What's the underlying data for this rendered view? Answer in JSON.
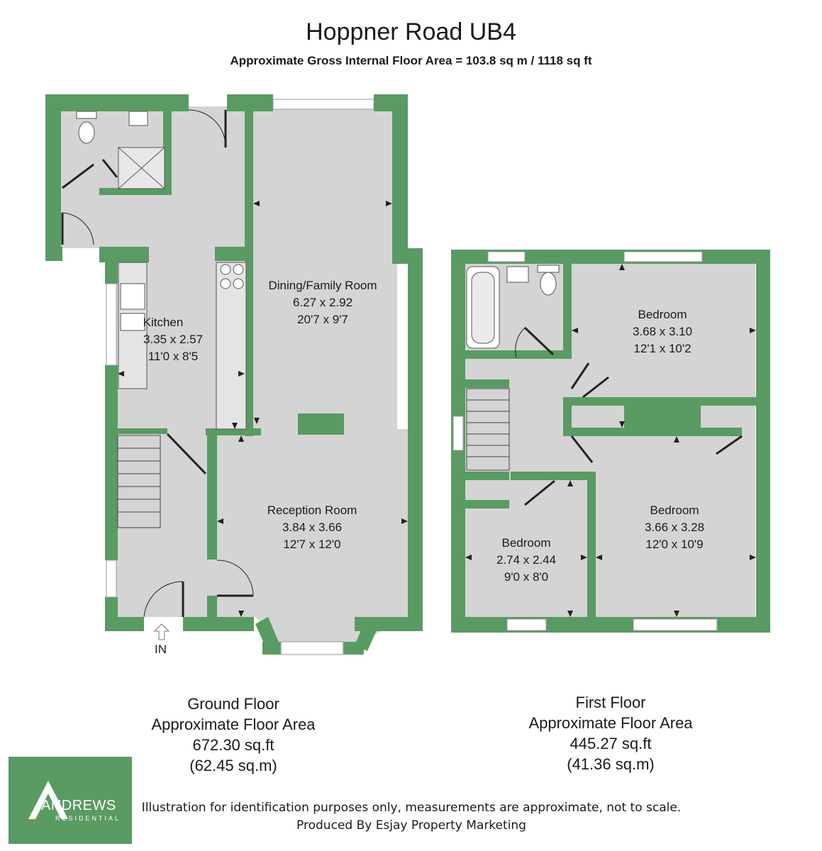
{
  "header": {
    "title": "Hoppner Road UB4",
    "subtitle": "Approximate Gross Internal Floor Area = 103.8 sq m / 1118 sq ft"
  },
  "colors": {
    "wall": "#5a9a63",
    "floor": "#d4d4d4",
    "window": "#ffffff",
    "fixture": "#5a9a63"
  },
  "rooms": {
    "kitchen": {
      "name": "Kitchen",
      "metric": "3.35 x 2.57",
      "imperial": "11'0 x 8'5"
    },
    "dining": {
      "name": "Dining/Family Room",
      "metric": "6.27 x 2.92",
      "imperial": "20'7 x 9'7"
    },
    "reception": {
      "name": "Reception Room",
      "metric": "3.84 x 3.66",
      "imperial": "12'7 x 12'0"
    },
    "bedroom1": {
      "name": "Bedroom",
      "metric": "3.68 x 3.10",
      "imperial": "12'1 x 10'2"
    },
    "bedroom2": {
      "name": "Bedroom",
      "metric": "3.66 x 3.28",
      "imperial": "12'0 x 10'9"
    },
    "bedroom3": {
      "name": "Bedroom",
      "metric": "2.74 x 2.44",
      "imperial": "9'0 x 8'0"
    }
  },
  "entrance_label": "IN",
  "ground_floor": {
    "name": "Ground Floor",
    "area_label": "Approximate Floor Area",
    "sqft": "672.30 sq.ft",
    "sqm": "(62.45 sq.m)"
  },
  "first_floor": {
    "name": "First Floor",
    "area_label": "Approximate Floor Area",
    "sqft": "445.27 sq.ft",
    "sqm": "(41.36 sq.m)"
  },
  "logo": {
    "word": "ANDREWS",
    "sub": "RESIDENTIAL"
  },
  "footer": {
    "disclaimer": "Illustration for identification purposes only, measurements are approximate, not to scale.",
    "producer": "Produced By Esjay Property Marketing"
  }
}
